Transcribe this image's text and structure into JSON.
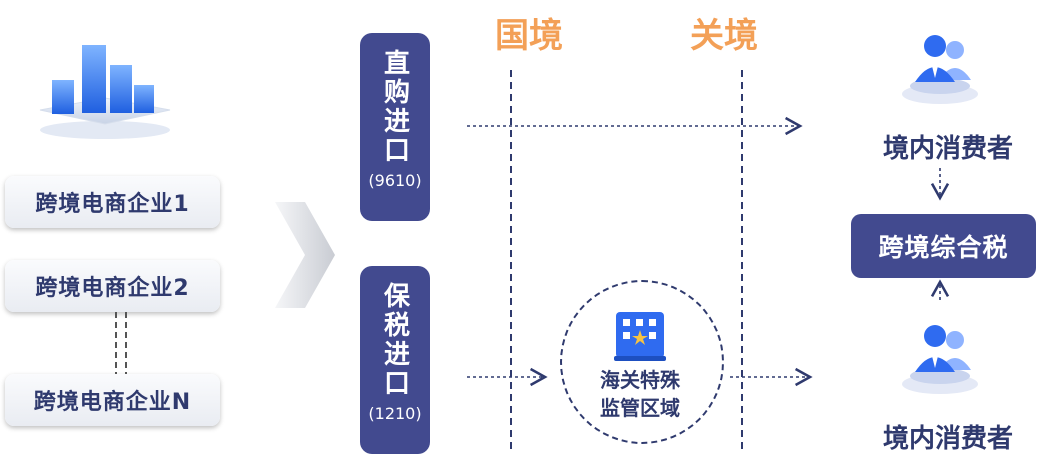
{
  "companies": [
    "跨境电商企业1",
    "跨境电商企业2",
    "跨境电商企业N"
  ],
  "modes": [
    {
      "label": "直购进口",
      "code": "(9610)"
    },
    {
      "label": "保税进口",
      "code": "(1210)"
    }
  ],
  "borders": {
    "national": "国境",
    "customs": "关境"
  },
  "zone": {
    "line1": "海关特殊",
    "line2": "监管区域"
  },
  "consumers": {
    "top": "境内消费者",
    "bottom": "境内消费者"
  },
  "tax": "跨境综合税",
  "colors": {
    "accent": "#424a8f",
    "border_title": "#f3a057",
    "text": "#2f3a6e"
  }
}
